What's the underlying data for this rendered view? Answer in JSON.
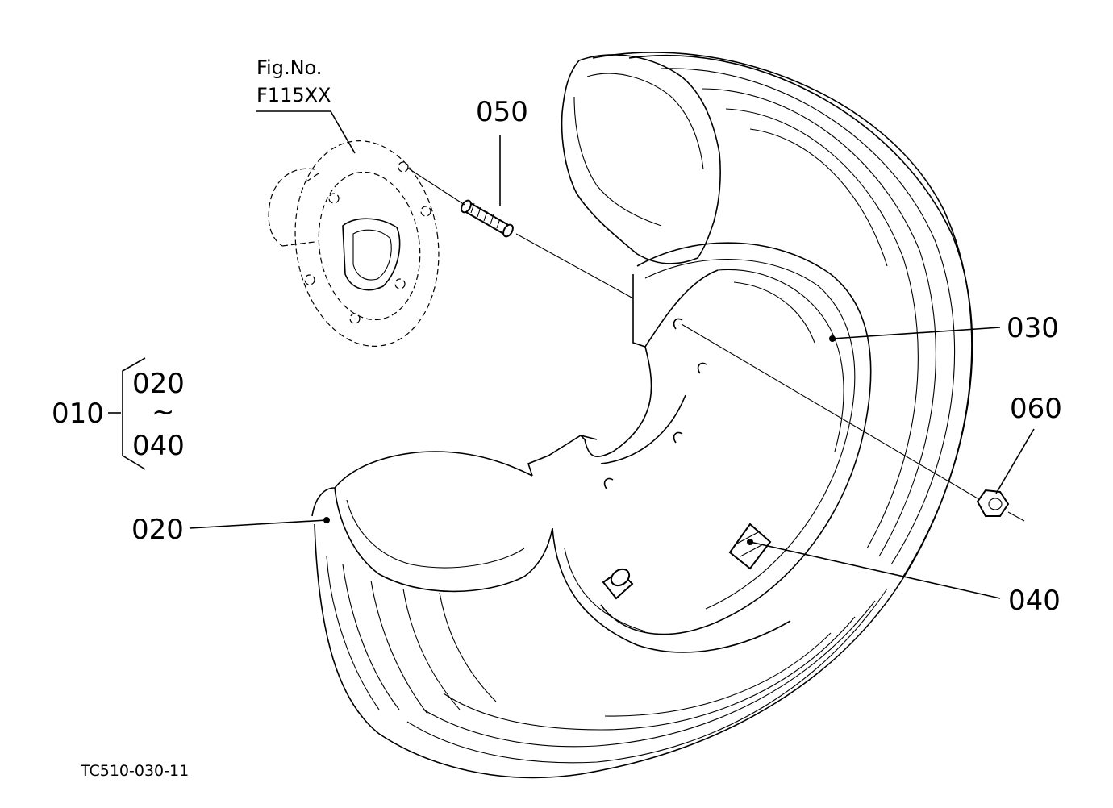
{
  "fig_ref": {
    "line1": "Fig.No.",
    "line2": "F115XX"
  },
  "callouts": {
    "part_050": "050",
    "part_030": "030",
    "part_060": "060",
    "part_040": "040",
    "part_020": "020",
    "part_010": "010",
    "group_020": "020",
    "group_tilde": "~",
    "group_040": "040"
  },
  "drawing_code": "TC510-030-11"
}
